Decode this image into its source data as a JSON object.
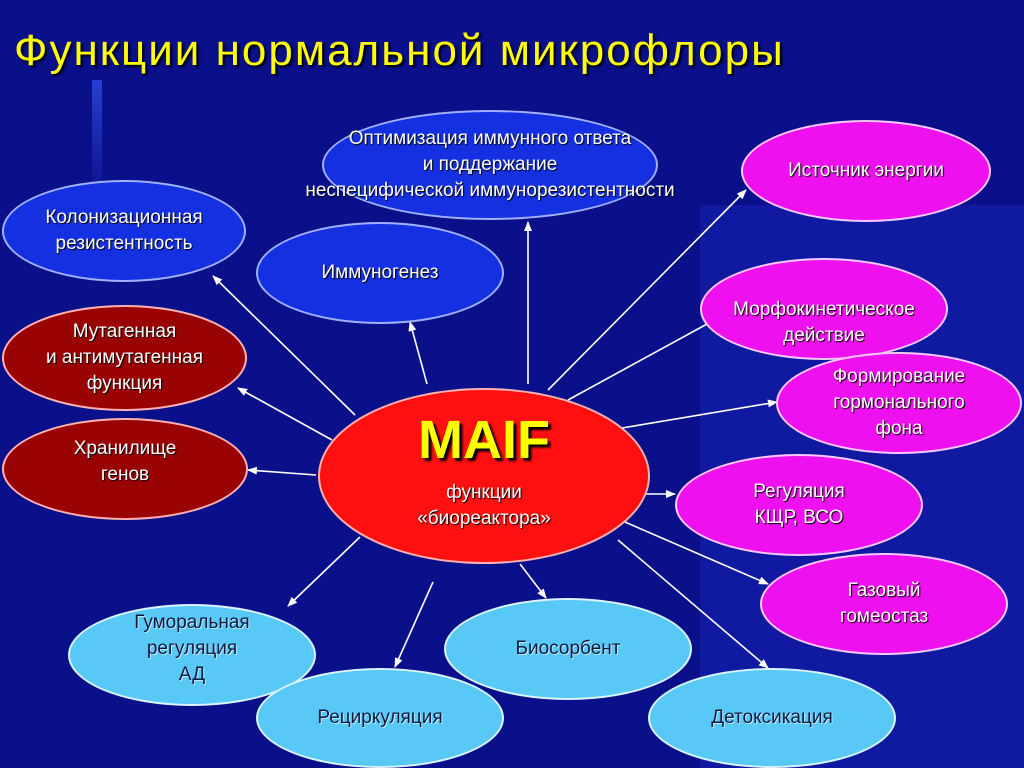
{
  "slide": {
    "title": "Функции нормальной микрофлоры"
  },
  "center": {
    "title": "MAIF",
    "subtitle": "функции\n«биореактора»"
  },
  "nodes": [
    {
      "id": "immune-optimization",
      "label": "Оптимизация иммунного ответа\nи поддержание\nнеспецифической иммунорезистентности"
    },
    {
      "id": "energy-source",
      "label": "Источник энергии"
    },
    {
      "id": "colonization-resistance",
      "label": "Колонизационная\nрезистентность"
    },
    {
      "id": "immunogenesis",
      "label": "Иммуногенез"
    },
    {
      "id": "morphokinetic",
      "label": "Морфокинетическое\nдействие"
    },
    {
      "id": "mutagenic",
      "label": "Мутагенная\nи антимутагенная\nфункция"
    },
    {
      "id": "hormonal",
      "label": "Формирование\nгормонального\nфона"
    },
    {
      "id": "gene-storage",
      "label": "Хранилище\nгенов"
    },
    {
      "id": "regulation",
      "label": "Регуляция\nКЩР, ВСО"
    },
    {
      "id": "gas-homeostasis",
      "label": "Газовый\nгомеостаз"
    },
    {
      "id": "humoral",
      "label": "Гуморальная\nрегуляция\nАД"
    },
    {
      "id": "biosorbent",
      "label": "Биосорбент"
    },
    {
      "id": "recirculation",
      "label": "Рециркуляция"
    },
    {
      "id": "detoxication",
      "label": "Детоксикация"
    }
  ],
  "colors": {
    "background": "#0a0f8a",
    "title": "#ffff00",
    "center": "#ff1010",
    "blue_node": "#1430e0",
    "pink_node": "#ee10ee",
    "darkred_node": "#9a0303",
    "cyan_node": "#58c8f6",
    "arrow": "#ffffff"
  }
}
